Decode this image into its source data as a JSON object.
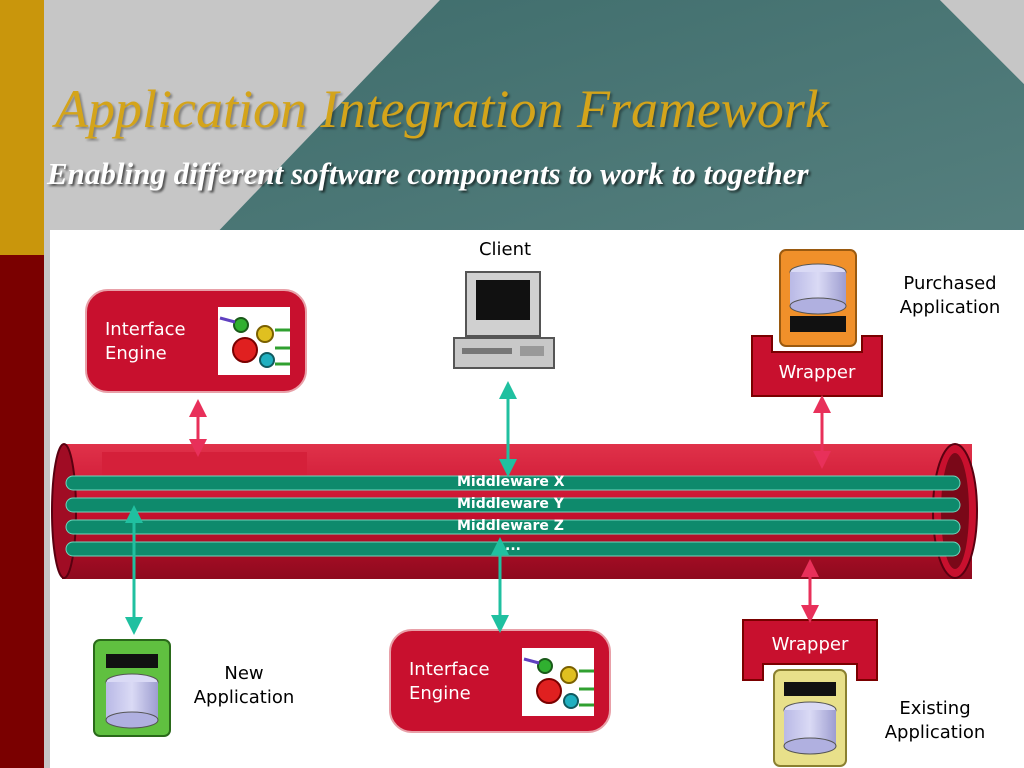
{
  "slide": {
    "title": "Application Integration Framework",
    "subtitle": "Enabling different software components to work to together"
  },
  "diagram": {
    "client_label": "Client",
    "interface_engine_top": "Interface Engine",
    "interface_engine_bottom": "Interface Engine",
    "purchased_app_label": "Purchased Application",
    "existing_app_label": "Existing Application",
    "new_app_label": "New Application",
    "wrapper_top": "Wrapper",
    "wrapper_bottom": "Wrapper",
    "middleware": [
      "Middleware X",
      "Middleware Y",
      "Middleware Z",
      "..."
    ],
    "colors": {
      "pipe_red": "#c8102e",
      "middleware_teal": "#0e8a6c",
      "arrow_teal": "#20c0a0",
      "arrow_pink": "#e8305a",
      "title_gold": "#d4a41a",
      "sidebar_gold": "#c9960c",
      "sidebar_maroon": "#7a0000",
      "background_teal": "#4a7574"
    }
  }
}
